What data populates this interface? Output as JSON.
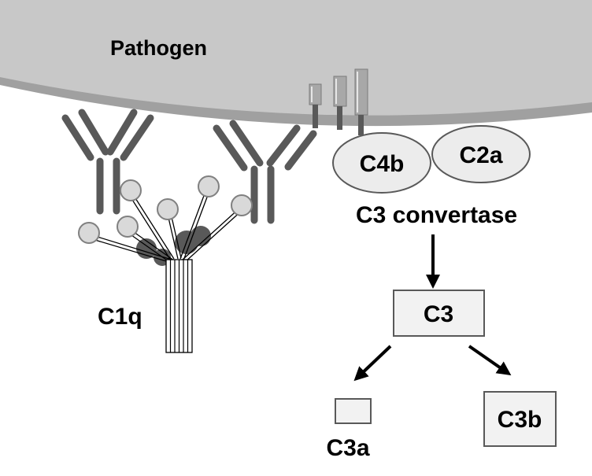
{
  "labels": {
    "pathogen": "Pathogen",
    "c1q": "C1q",
    "c4b": "C4b",
    "c2a": "C2a",
    "c3_convertase": "C3 convertase",
    "c3": "C3",
    "c3a": "C3a",
    "c3b": "C3b"
  },
  "colors": {
    "pathogen_fill": "#c8c8c8",
    "membrane_edge": "#a0a0a0",
    "antibody": "#595959",
    "globule_fill": "#d9d9d9",
    "globule_stroke": "#808080",
    "box_fill": "#f2f2f2",
    "box_stroke": "#595959",
    "arrow": "#000000"
  }
}
